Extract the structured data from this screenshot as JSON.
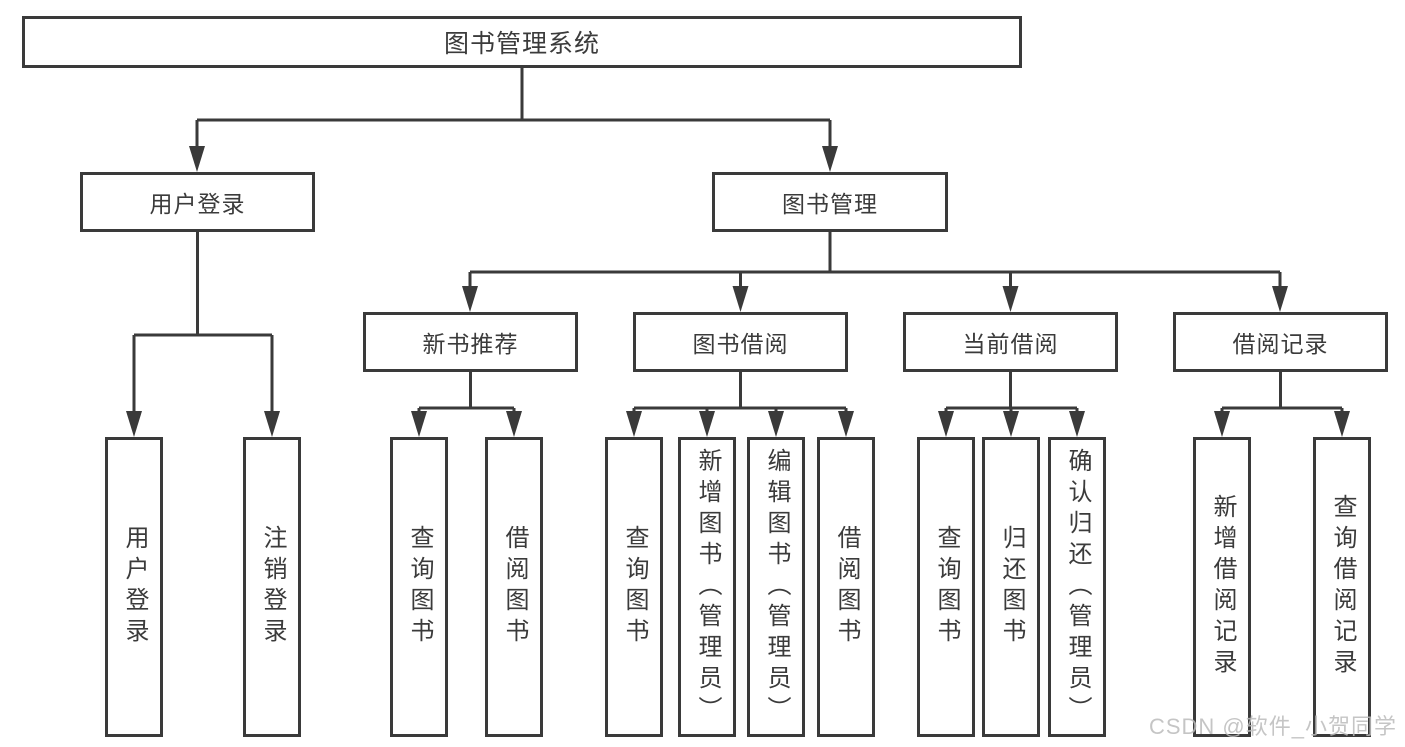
{
  "tree": {
    "root": "图书管理系统",
    "children": [
      {
        "label": "用户登录",
        "children": [
          "用户登录",
          "注销登录"
        ]
      },
      {
        "label": "图书管理",
        "children": [
          {
            "label": "新书推荐",
            "children": [
              "查询图书",
              "借阅图书"
            ]
          },
          {
            "label": "图书借阅",
            "children": [
              "查询图书",
              "新增图书（管理员）",
              "编辑图书（管理员）",
              "借阅图书"
            ]
          },
          {
            "label": "当前借阅",
            "children": [
              "查询图书",
              "归还图书",
              "确认归还（管理员）"
            ]
          },
          {
            "label": "借阅记录",
            "children": [
              "新增借阅记录",
              "查询借阅记录"
            ]
          }
        ]
      }
    ]
  },
  "watermark": "CSDN @软件_小贺同学",
  "colors": {
    "line": "#3a3a3a",
    "text": "#3b3b3b",
    "background": "#ffffff",
    "watermark": "#bcbcbc"
  }
}
